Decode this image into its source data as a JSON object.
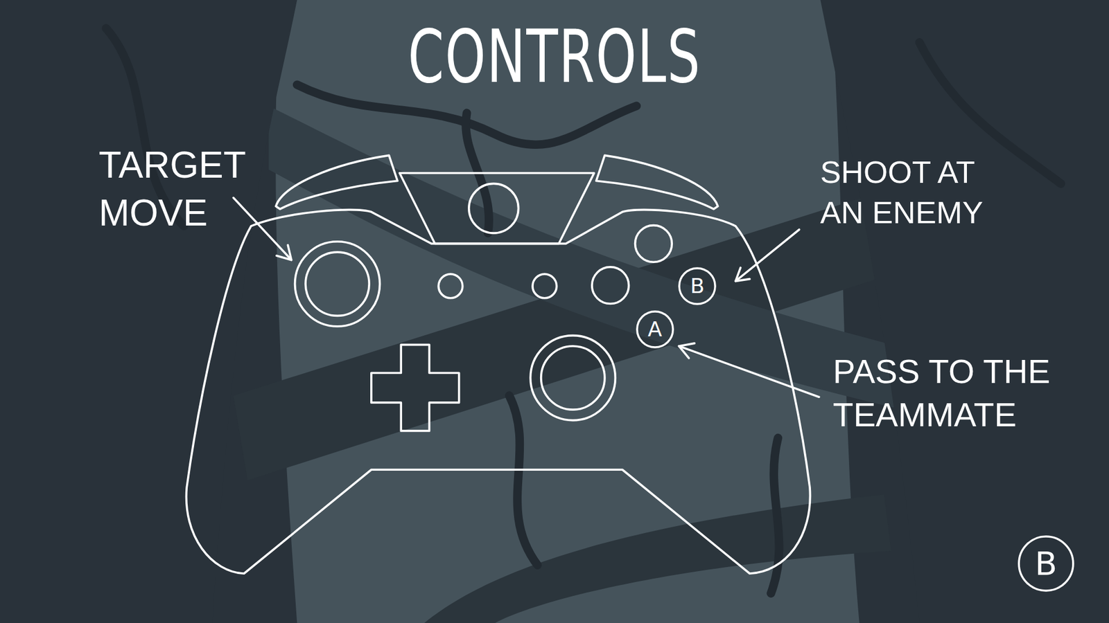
{
  "diagram": {
    "title": "CONTROLS",
    "nodes": [
      {
        "text": [
          "B"
        ]
      },
      {
        "text": [
          "A"
        ]
      },
      {
        "text": [
          "B"
        ]
      }
    ],
    "labels": [
      "TARGET MOVE",
      "SHOOT AT AN ENEMY",
      "PASS TO THE TEAMMATE"
    ]
  }
}
